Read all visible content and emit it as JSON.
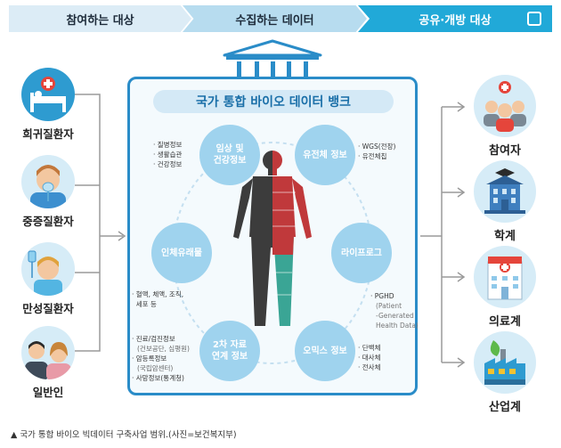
{
  "header": {
    "step1": "참여하는 대상",
    "step2": "수집하는 데이터",
    "step3": "공유·개방 대상"
  },
  "bank_title": "국가 통합 바이오 데이터 뱅크",
  "participants": [
    {
      "label": "희귀질환자"
    },
    {
      "label": "중증질환자"
    },
    {
      "label": "만성질환자"
    },
    {
      "label": "일반인"
    }
  ],
  "nodes": {
    "clinical": "임상 및\n건강정보",
    "genome": "유전체 정보",
    "biospecimen": "인체유래물",
    "lifelog": "라이프로그",
    "secondary": "2차 자료\n연계 정보",
    "omics": "오믹스 정보"
  },
  "notes": {
    "clinical": [
      "· 질병정보",
      "· 생활습관",
      "· 건강정보"
    ],
    "genome": [
      "· WGS(전장)",
      "· 유전체칩"
    ],
    "biospecimen": [
      "· 혈액, 체액, 조직,",
      "  세포 등"
    ],
    "lifelog_main": "· PGHD",
    "lifelog_sub": [
      "(Patient",
      "-Generated",
      "Health Data)"
    ],
    "secondary_1": "· 진료/검진정보",
    "secondary_1_sub": "(건보공단, 심평원)",
    "secondary_2": "· 암등록정보",
    "secondary_2_sub": "(국립암센터)",
    "secondary_3": "· 사망정보(통계청)",
    "omics": [
      "· 단백체",
      "· 대사체",
      "· 전사체"
    ]
  },
  "recipients": [
    {
      "label": "참여자"
    },
    {
      "label": "학계"
    },
    {
      "label": "의료계"
    },
    {
      "label": "산업계"
    }
  ],
  "caption": "▲ 국가 통합 바이오 빅데이터 구축사업 범위.(사진=보건복지부)",
  "colors": {
    "header_light": "#dcecf6",
    "header_mid": "#b7dcef",
    "header_accent": "#21a9d8",
    "frame": "#2a8cc8",
    "node": "#9fd3ee",
    "body_gray": "#3c3c3c",
    "body_red": "#c0393b",
    "body_teal": "#3aa595"
  }
}
